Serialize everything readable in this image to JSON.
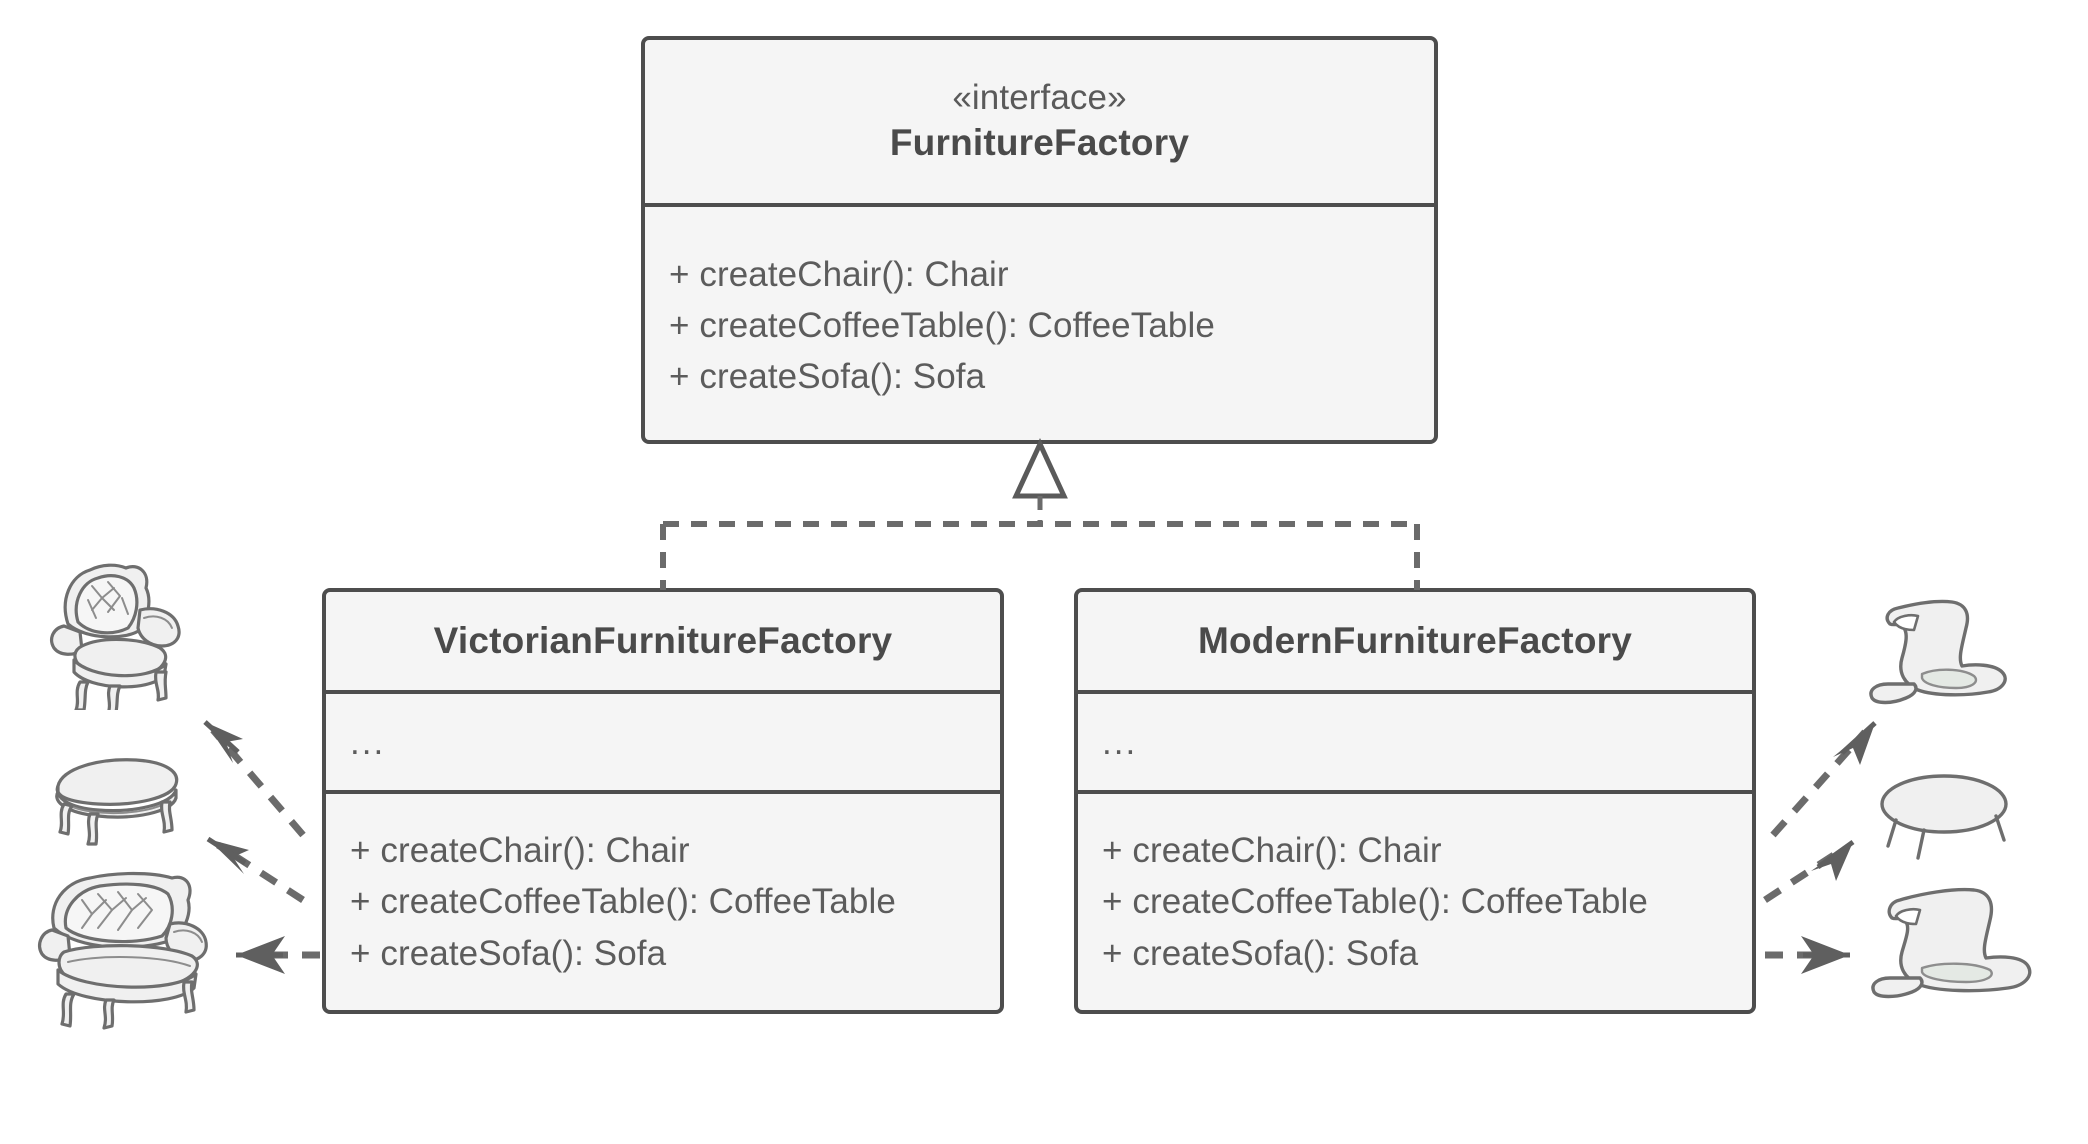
{
  "diagram": {
    "title": "Abstract Factory UML class diagram",
    "style": {
      "box_fill": "#f5f5f5",
      "box_border": "#4d4d4d",
      "text_color": "#5c5c5c",
      "heading_color": "#4a4a4a",
      "connector_color": "#6b6b6b",
      "canvas_background": "#ffffff",
      "furniture_stroke": "#6e6e6e",
      "furniture_fill": "#f0f0f0"
    },
    "interface_box": {
      "stereotype": "«interface»",
      "name": "FurnitureFactory",
      "methods": [
        "+ createChair(): Chair",
        "+ createCoffeeTable(): CoffeeTable",
        "+ createSofa(): Sofa"
      ]
    },
    "concrete_boxes": [
      {
        "name": "VictorianFurnitureFactory",
        "fields": "...",
        "methods": [
          "+ createChair(): Chair",
          "+ createCoffeeTable(): CoffeeTable",
          "+ createSofa(): Sofa"
        ]
      },
      {
        "name": "ModernFurnitureFactory",
        "fields": "...",
        "methods": [
          "+ createChair(): Chair",
          "+ createCoffeeTable(): CoffeeTable",
          "+ createSofa(): Sofa"
        ]
      }
    ],
    "connectors": [
      {
        "type": "realization",
        "from": "VictorianFurnitureFactory",
        "to": "FurnitureFactory",
        "line": "dashed",
        "arrowhead": "hollow-triangle"
      },
      {
        "type": "realization",
        "from": "ModernFurnitureFactory",
        "to": "FurnitureFactory",
        "line": "dashed",
        "arrowhead": "hollow-triangle"
      },
      {
        "type": "creates",
        "from": "VictorianFurnitureFactory",
        "to": "victorian-chair",
        "line": "dashed",
        "arrowhead": "open"
      },
      {
        "type": "creates",
        "from": "VictorianFurnitureFactory",
        "to": "victorian-coffee-table",
        "line": "dashed",
        "arrowhead": "open"
      },
      {
        "type": "creates",
        "from": "VictorianFurnitureFactory",
        "to": "victorian-sofa",
        "line": "dashed",
        "arrowhead": "open"
      },
      {
        "type": "creates",
        "from": "ModernFurnitureFactory",
        "to": "modern-chair",
        "line": "dashed",
        "arrowhead": "open"
      },
      {
        "type": "creates",
        "from": "ModernFurnitureFactory",
        "to": "modern-coffee-table",
        "line": "dashed",
        "arrowhead": "open"
      },
      {
        "type": "creates",
        "from": "ModernFurnitureFactory",
        "to": "modern-sofa",
        "line": "dashed",
        "arrowhead": "open"
      }
    ],
    "illustrations": [
      {
        "id": "victorian-chair",
        "label": "Victorian armchair"
      },
      {
        "id": "victorian-coffee-table",
        "label": "Victorian coffee table"
      },
      {
        "id": "victorian-sofa",
        "label": "Victorian sofa"
      },
      {
        "id": "modern-chair",
        "label": "Modern chair"
      },
      {
        "id": "modern-coffee-table",
        "label": "Modern coffee table"
      },
      {
        "id": "modern-sofa",
        "label": "Modern sofa"
      }
    ]
  }
}
